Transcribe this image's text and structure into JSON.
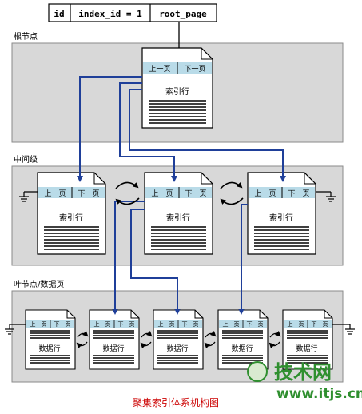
{
  "header_table": {
    "cells": [
      "id",
      "index_id = 1",
      "root_page"
    ]
  },
  "levels": {
    "root": {
      "label": "根节点"
    },
    "intermediate": {
      "label": "中间级"
    },
    "leaf": {
      "label": "叶节点/数据页"
    }
  },
  "page": {
    "prev_label": "上一页",
    "next_label": "下一页"
  },
  "root_page": {
    "body_label": "索引行"
  },
  "intermediate_pages": [
    {
      "body_label": "索引行"
    },
    {
      "body_label": "索引行"
    },
    {
      "body_label": "索引行"
    }
  ],
  "leaf_pages": [
    {
      "body_label": "数据行"
    },
    {
      "body_label": "数据行"
    },
    {
      "body_label": "数据行"
    },
    {
      "body_label": "数据行"
    },
    {
      "body_label": "数据行"
    }
  ],
  "caption": "聚集索引体系机构图",
  "watermark": {
    "logo_text": "技术网",
    "url_text": "www.itjs.cn"
  },
  "colors": {
    "band": "#d8d8d8",
    "header_strip": "#b9dbe8",
    "arrow": "#1f3f99",
    "caption": "#cc0000",
    "watermark": "#2f8f2f"
  }
}
